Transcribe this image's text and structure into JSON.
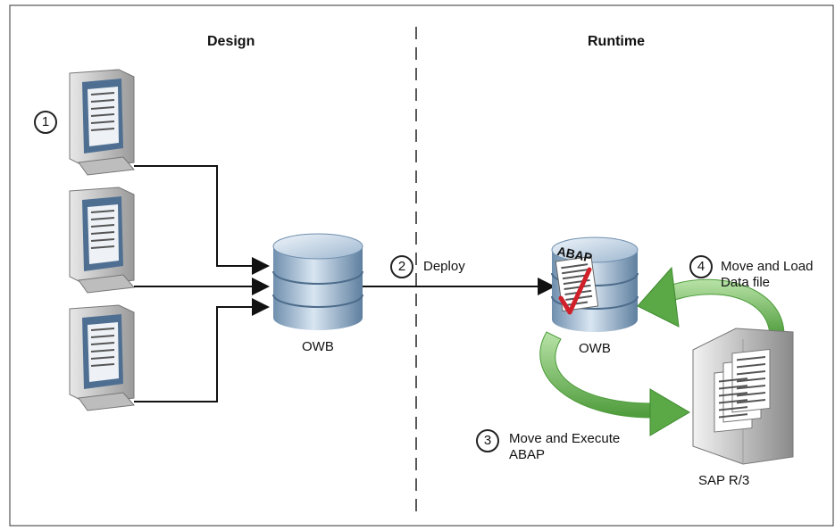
{
  "headers": {
    "design": "Design",
    "runtime": "Runtime"
  },
  "steps": [
    {
      "number": "1",
      "label": ""
    },
    {
      "number": "2",
      "label": "Deploy"
    },
    {
      "number": "3",
      "label": "Move and Execute\nABAP"
    },
    {
      "number": "4",
      "label": "Move and Load\nData file"
    }
  ],
  "nodes": {
    "design_db": "OWB",
    "runtime_db": "OWB",
    "abap_label": "ABAP",
    "sap": "SAP R/3"
  },
  "icons": [
    "monitor-icon",
    "database-icon",
    "server-icon",
    "document-icon",
    "checkmark-icon"
  ],
  "colors": {
    "arrow_green": "#6cb55a",
    "db_blue": "#9fbad3",
    "line": "#111111"
  }
}
